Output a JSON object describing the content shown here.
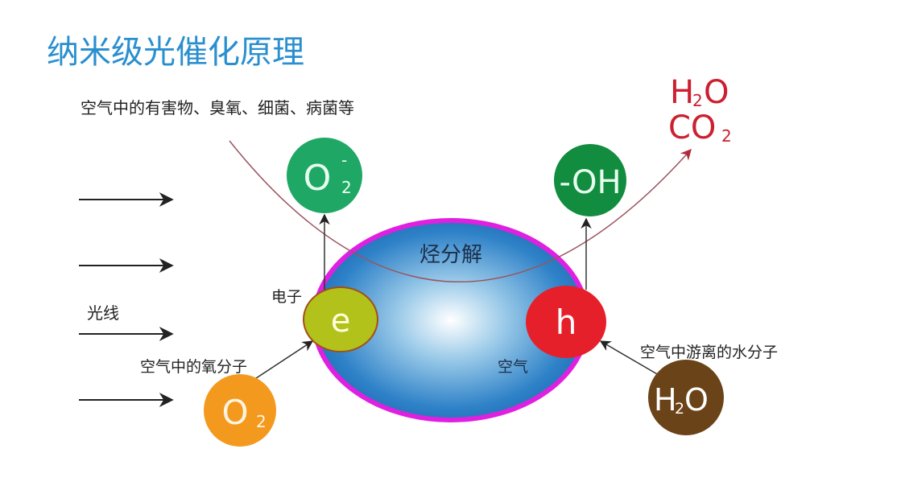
{
  "title": "纳米级光催化原理",
  "pollutants_label": "空气中的有害物、臭氧、细菌、病菌等",
  "light_label": "光线",
  "center_label": "烃分解",
  "electron_label": "电子",
  "oxygen_molecule_label": "空气中的氧分子",
  "air_label": "空气",
  "water_molecule_label": "空气中游离的水分子",
  "nodes": {
    "superoxide": {
      "main": "O",
      "sub": "2",
      "sup": "-"
    },
    "hydroxyl": {
      "main": "-OH"
    },
    "electron": {
      "main": "e"
    },
    "hole": {
      "main": "h"
    },
    "oxygen": {
      "main": "O",
      "sub": "2"
    },
    "water": {
      "main": "H",
      "sub": "2",
      "tail": "O"
    }
  },
  "products": {
    "line1": {
      "main": "H",
      "sub": "2",
      "tail": "O"
    },
    "line2": {
      "main": "CO",
      "sub": "2"
    }
  },
  "colors": {
    "title": "#2a8fcf",
    "superoxide": "#1fa865",
    "hydroxyl": "#128c3f",
    "electron": "#b3c11b",
    "hole": "#e6202a",
    "oxygen": "#f39a1e",
    "water": "#6b4318",
    "products": "#cc2030",
    "ellipse_border": "#e020e0"
  }
}
